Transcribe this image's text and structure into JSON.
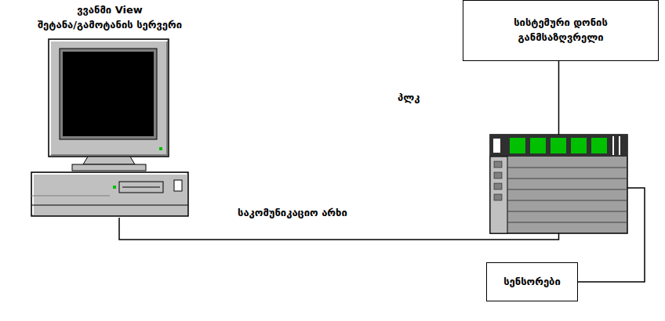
{
  "diagram": {
    "nodes": [
      {
        "text": [
          "ვვანმი View",
          "შეტანა/გამოტანის სერვერი"
        ]
      },
      {
        "text": [
          "სისტემური დონის განმსაზღვრელი"
        ]
      },
      {
        "text": [
          "პლკ"
        ]
      },
      {
        "text": [
          "სენსორები"
        ]
      }
    ],
    "edges": [
      {
        "from": 1,
        "to": 2,
        "arrow": "none"
      },
      {
        "from": 0,
        "to": 2,
        "label": "საკომუნიკაციო არხი",
        "arrow": "none"
      },
      {
        "from": 2,
        "to": 3,
        "arrow": "none"
      }
    ]
  }
}
